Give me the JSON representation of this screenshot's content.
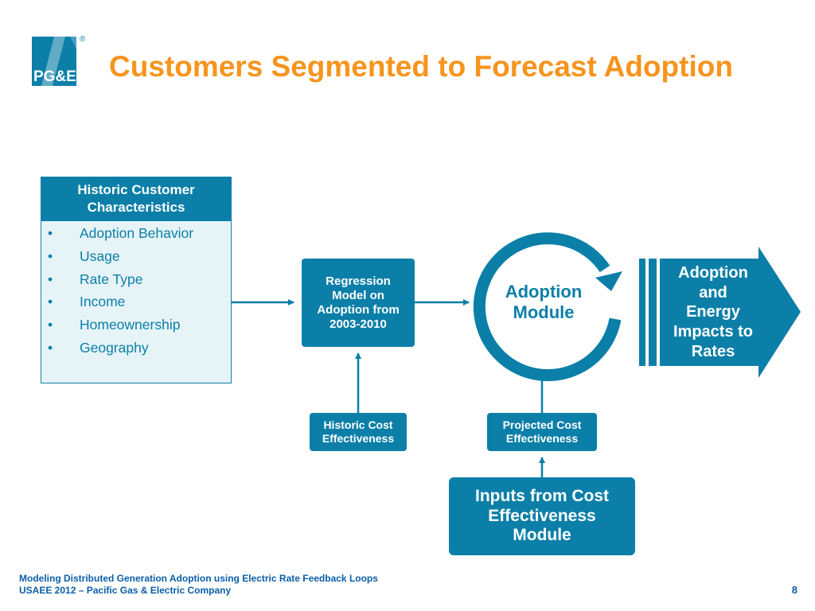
{
  "slide": {
    "title": "Customers Segmented to Forecast Adoption",
    "logo": {
      "text": "PG&E",
      "registered_mark": "®"
    },
    "colors": {
      "title": "#f7941d",
      "primary": "#0b7fa8",
      "panel_bg": "#e6f4f8",
      "footer": "#0b5ea8"
    }
  },
  "diagram": {
    "historic_customer": {
      "heading_line1": "Historic Customer",
      "heading_line2": "Characteristics",
      "items": [
        {
          "bullet": "•",
          "label": "Adoption Behavior"
        },
        {
          "bullet": "•",
          "label": "Usage"
        },
        {
          "bullet": "•",
          "label": "Rate Type"
        },
        {
          "bullet": "•",
          "label": "Income"
        },
        {
          "bullet": "•",
          "label": "Homeownership"
        },
        {
          "bullet": "•",
          "label": "Geography"
        }
      ]
    },
    "regression_box": [
      "Regression",
      "Model on",
      "Adoption from",
      "2003-2010"
    ],
    "adoption_module": [
      "Adoption",
      "Module"
    ],
    "output_arrow": [
      "Adoption",
      "and",
      "Energy",
      "Impacts to",
      "Rates"
    ],
    "historic_cost": [
      "Historic Cost",
      "Effectiveness"
    ],
    "projected_cost": [
      "Projected Cost",
      "Effectiveness"
    ],
    "inputs_box": [
      "Inputs from Cost",
      "Effectiveness",
      "Module"
    ]
  },
  "footer": {
    "line1": "Modeling Distributed Generation Adoption using Electric Rate Feedback Loops",
    "line2": "USAEE 2012 – Pacific Gas & Electric Company",
    "page_number": "8"
  }
}
